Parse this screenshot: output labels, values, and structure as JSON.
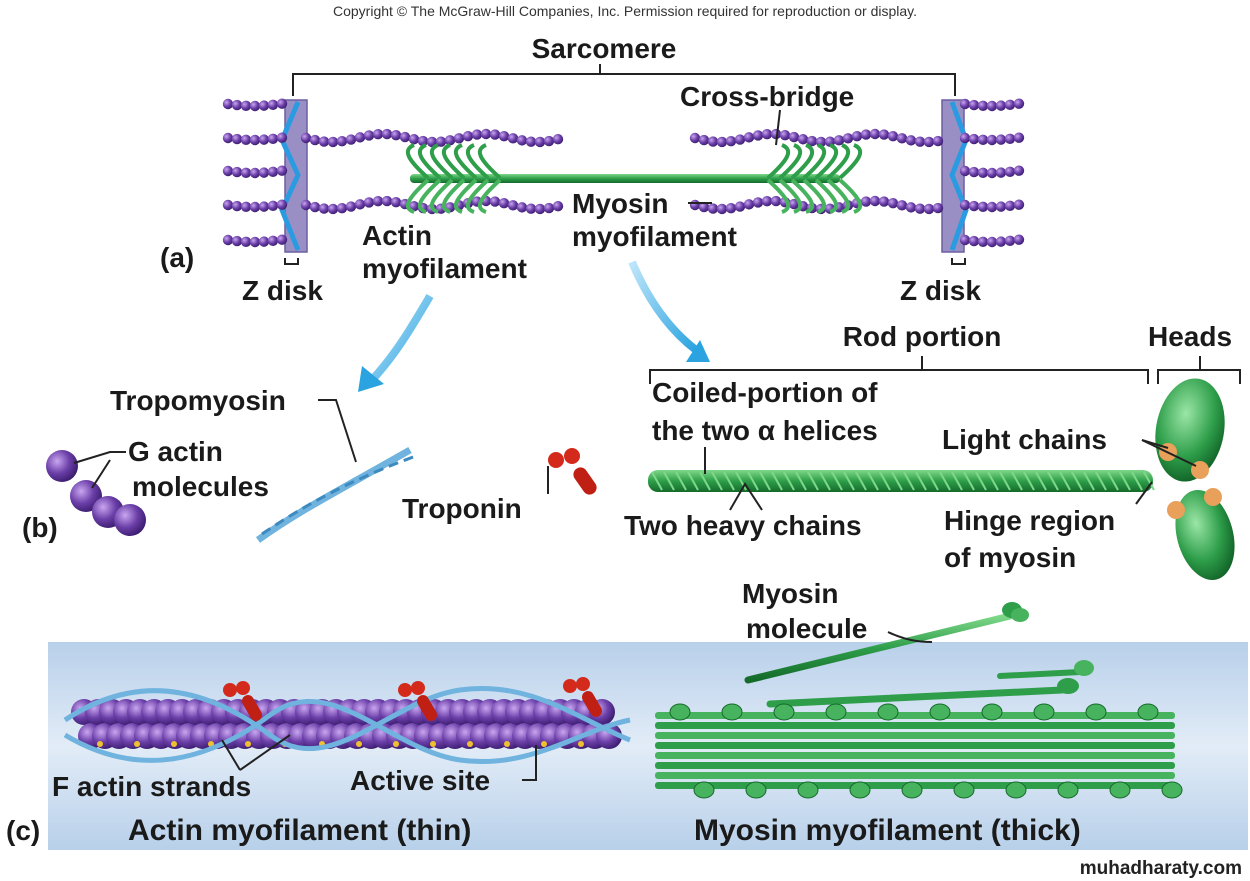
{
  "copyright": "Copyright © The McGraw-Hill Companies, Inc. Permission required for reproduction or display.",
  "watermark": "muhadharaty.com",
  "panel_a": {
    "letter": "(a)",
    "sarcomere": "Sarcomere",
    "cross_bridge": "Cross-bridge",
    "actin_line1": "Actin",
    "actin_line2": "myofilament",
    "myosin_line1": "Myosin",
    "myosin_line2": "myofilament",
    "z_disk_left": "Z disk",
    "z_disk_right": "Z disk"
  },
  "panel_b": {
    "letter": "(b)",
    "tropomyosin": "Tropomyosin",
    "g_actin_line1": "G actin",
    "g_actin_line2": "molecules",
    "troponin": "Troponin",
    "rod_portion": "Rod portion",
    "heads": "Heads",
    "coiled_line1": "Coiled-portion of",
    "coiled_line2": "the two α helices",
    "light_chains": "Light chains",
    "two_heavy_chains": "Two heavy chains",
    "hinge_line1": "Hinge region",
    "hinge_line2": "of myosin"
  },
  "panel_c": {
    "letter": "(c)",
    "myosin_molecule_line1": "Myosin",
    "myosin_molecule_line2": "molecule",
    "f_actin": "F actin strands",
    "active_site": "Active site",
    "actin_title": "Actin myofilament (thin)",
    "myosin_title": "Myosin myofilament (thick)"
  },
  "colors": {
    "actin_purple": "#6b3fa8",
    "myosin_green": "#2e9e4a",
    "zdisk_blue": "#2a9be0",
    "troponin_red": "#d42a1c",
    "tropomyosin_blue": "#6fb3de",
    "panel_c_bg": "#c9dcf0"
  }
}
